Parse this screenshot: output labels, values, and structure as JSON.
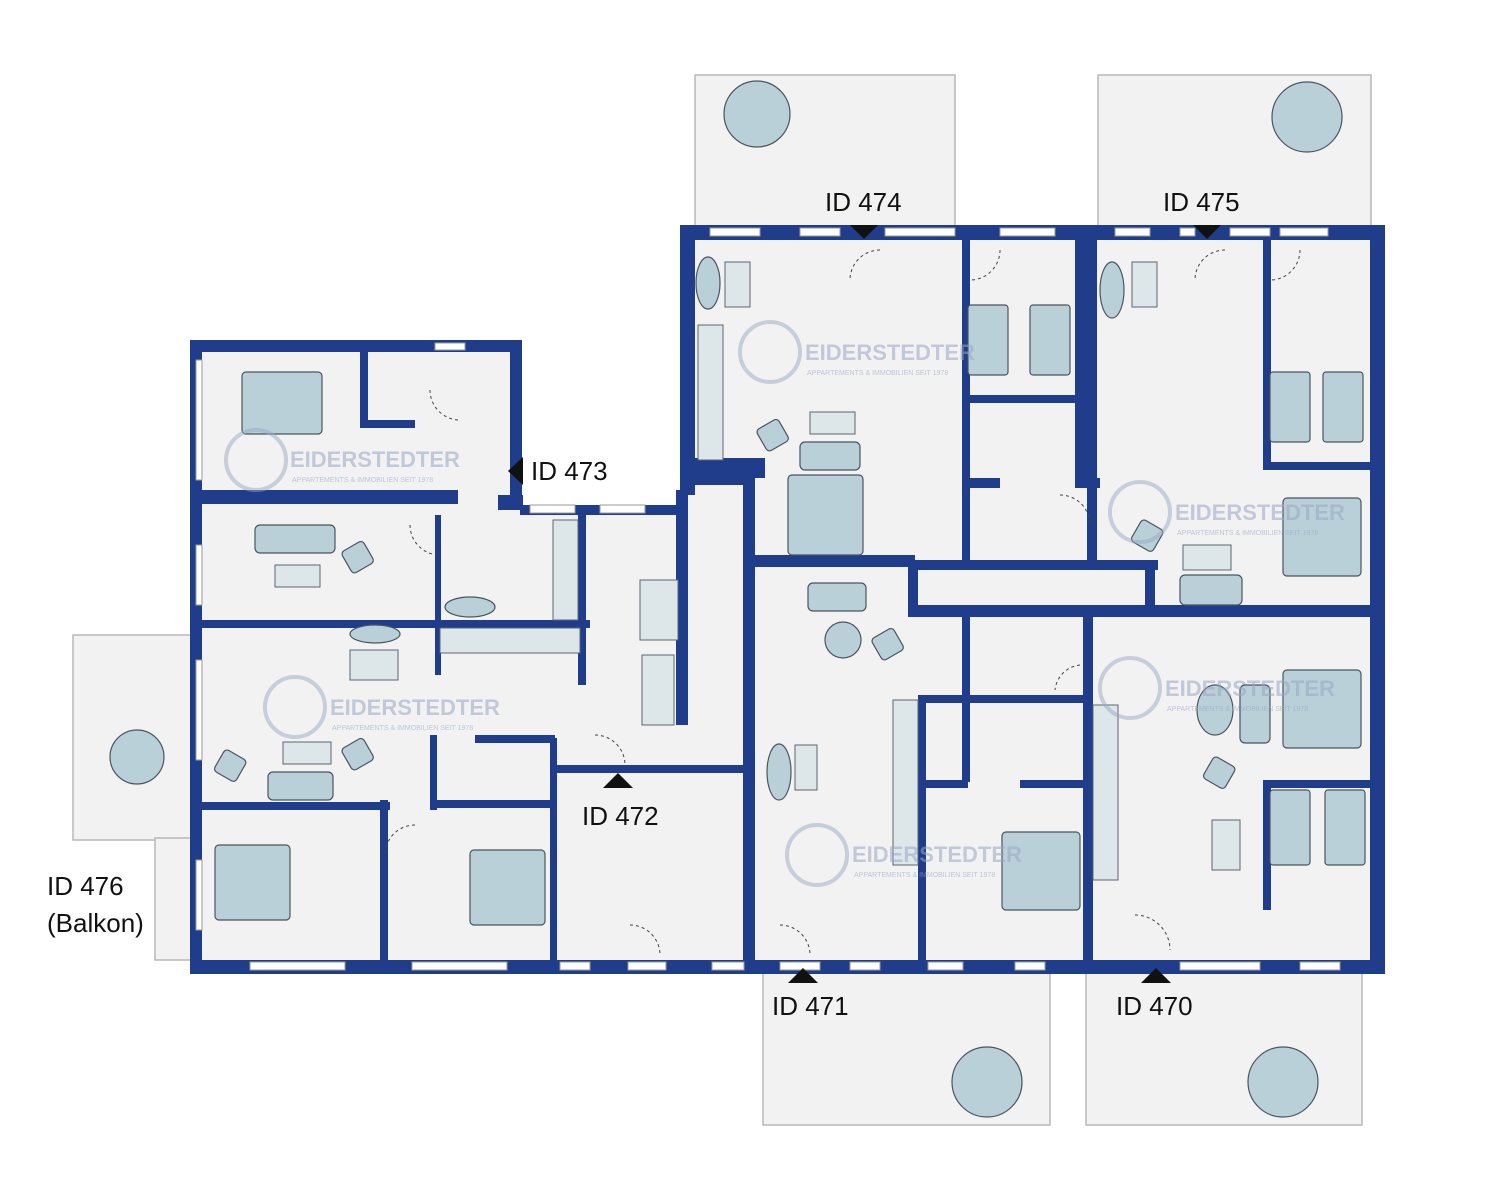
{
  "brand": {
    "name": "EIDERSTEDTER",
    "tagline": "APPARTEMENTS & IMMOBILIEN SEIT 1978",
    "wall_color": "#1f3d8a"
  },
  "units": [
    {
      "id": "unit-470",
      "label": "ID 470"
    },
    {
      "id": "unit-471",
      "label": "ID 471"
    },
    {
      "id": "unit-472",
      "label": "ID 472"
    },
    {
      "id": "unit-473",
      "label": "ID 473"
    },
    {
      "id": "unit-474",
      "label": "ID 474"
    },
    {
      "id": "unit-475",
      "label": "ID 475"
    },
    {
      "id": "unit-476",
      "label": "ID 476",
      "sublabel": "(Balkon)"
    }
  ]
}
